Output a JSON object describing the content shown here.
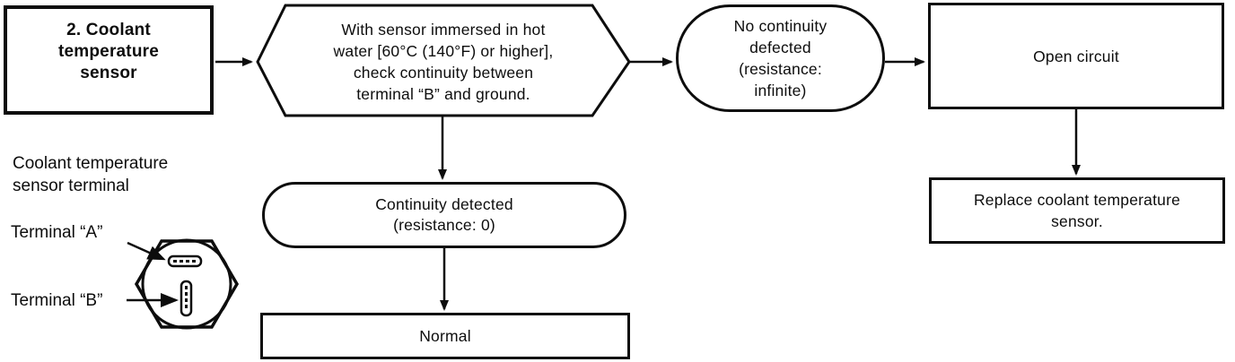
{
  "flowchart": {
    "start": {
      "lines": [
        "2. Coolant",
        "temperature",
        "sensor"
      ]
    },
    "check_step": {
      "lines": [
        "With sensor immersed in hot",
        "water [60°C (140°F) or higher],",
        "check continuity between",
        "terminal “B” and ground."
      ]
    },
    "result_no_continuity": {
      "lines": [
        "No continuity",
        "defected",
        "(resistance:",
        "infinite)"
      ]
    },
    "open_circuit": {
      "label": "Open circuit"
    },
    "replace_sensor": {
      "lines": [
        "Replace coolant temperature",
        "sensor."
      ]
    },
    "result_continuity": {
      "lines": [
        "Continuity detected",
        "(resistance: 0)"
      ]
    },
    "normal": {
      "label": "Normal"
    }
  },
  "callout": {
    "caption": [
      "Coolant temperature",
      "sensor terminal"
    ],
    "terminal_a": "Terminal “A”",
    "terminal_b": "Terminal “B”"
  },
  "colors": {
    "ink": "#0d0d0d",
    "paper": "#ffffff"
  }
}
